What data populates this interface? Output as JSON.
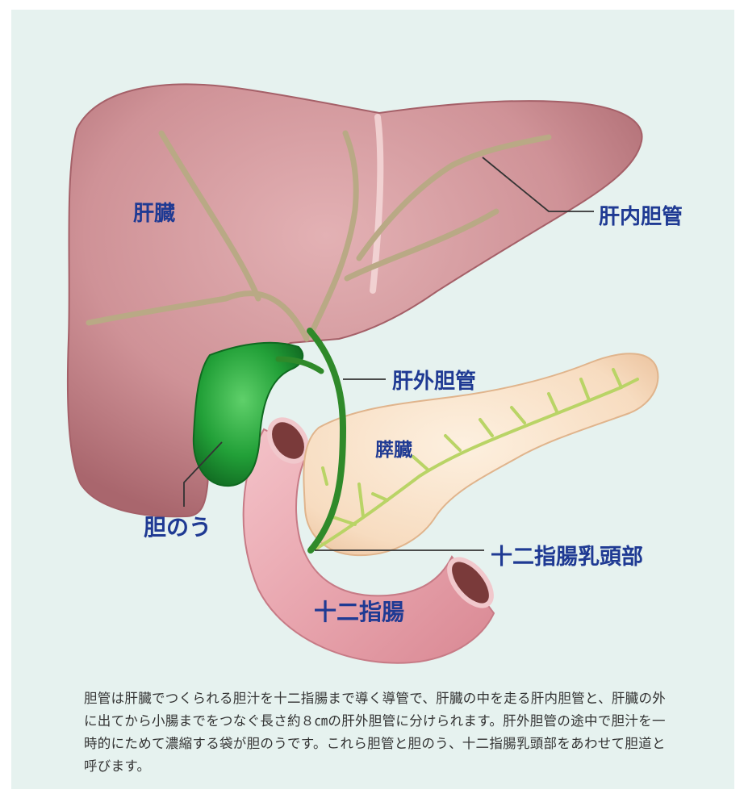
{
  "labels": {
    "liver": "肝臓",
    "intrahepatic_bile_duct": "肝内胆管",
    "extrahepatic_bile_duct": "肝外胆管",
    "pancreas": "膵臓",
    "gallbladder": "胆のう",
    "duodenal_papilla": "十二指腸乳頭部",
    "duodenum": "十二指腸"
  },
  "caption": "胆管は肝臓でつくられる胆汁を十二指腸まで導く導管で、肝臓の中を走る肝内胆管と、肝臓の外に出てから小腸までをつなぐ長さ約８㎝の肝外胆管に分けられます。肝外胆管の途中で胆汁を一時的にためて濃縮する袋が胆のうです。これら胆管と胆のう、十二指腸乳頭部をあわせて胆道と呼びます。",
  "colors": {
    "background": "#e6f2ef",
    "label_text": "#1f3a93",
    "liver": "#c98a8f",
    "gallbladder": "#2aa040",
    "pancreas": "#f6dcc0",
    "duodenum": "#e9aab2",
    "bile_duct_intrahepatic": "#b9a985",
    "bile_duct_extrahepatic": "#2f8a2a",
    "pancreatic_duct": "#b9d466"
  }
}
